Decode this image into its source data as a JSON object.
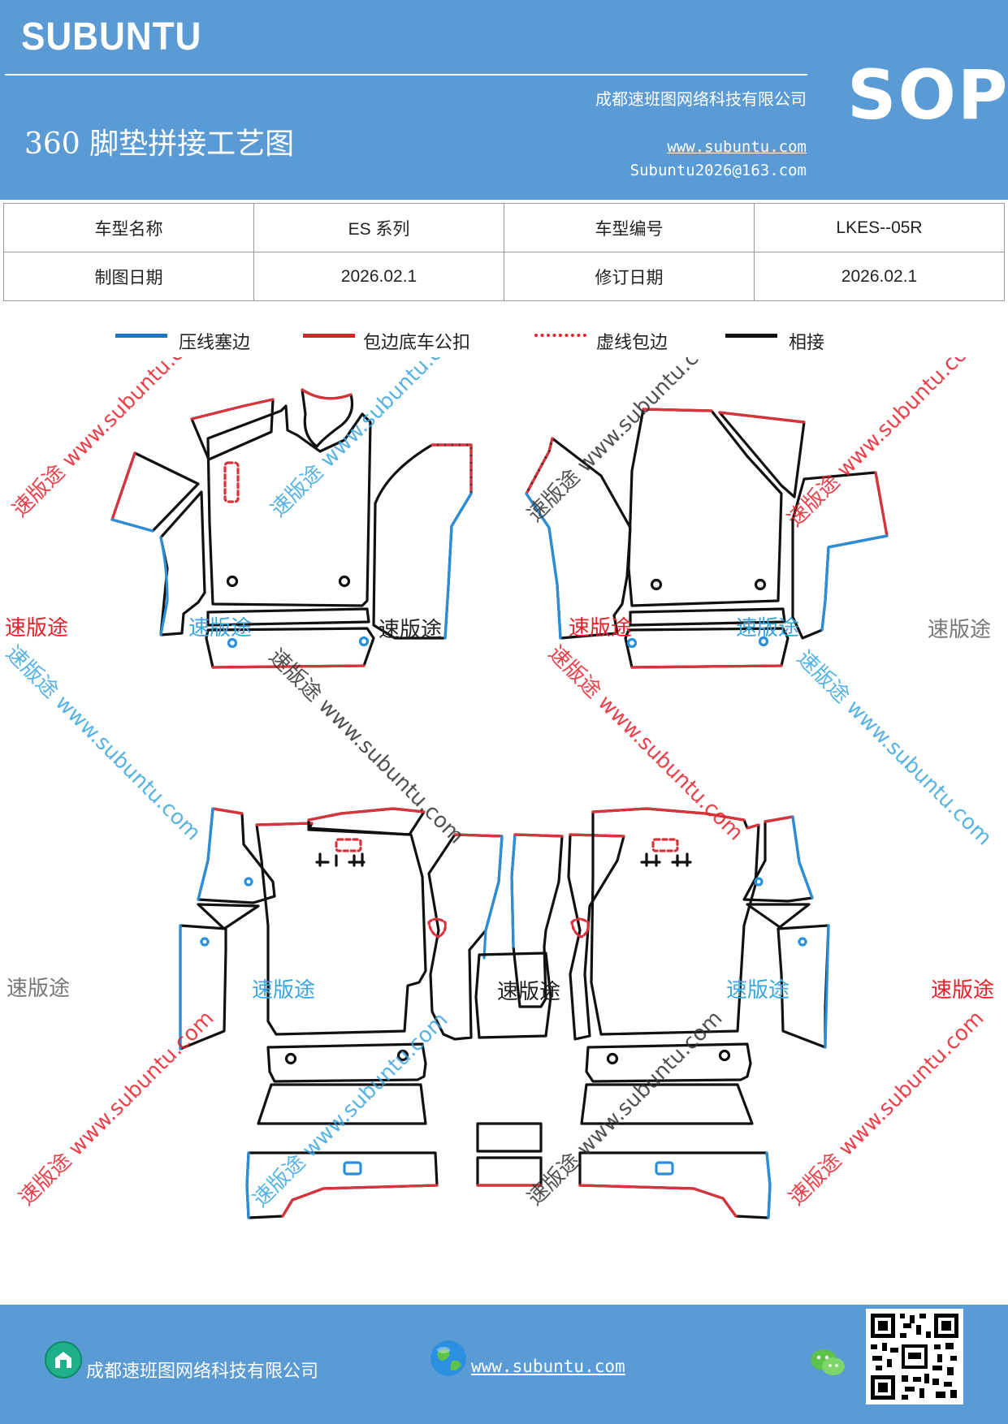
{
  "header": {
    "brand": "SUBUNTU",
    "company": "成都速班图网络科技有限公司",
    "title": "360 脚垫拼接工艺图",
    "website": "www.subuntu.com",
    "email": "Subuntu2026@163.com",
    "badge": "SOP"
  },
  "info_table": {
    "model_name_label": "车型名称",
    "model_name_value": "ES 系列",
    "model_code_label": "车型编号",
    "model_code_value": "LKES--05R",
    "draw_date_label": "制图日期",
    "draw_date_value": "2026.02.1",
    "revise_date_label": "修订日期",
    "revise_date_value": "2026.02.1"
  },
  "legend": [
    {
      "label": "压线塞边",
      "color": "#1a78c8",
      "style": "solid"
    },
    {
      "label": "包边底车公扣",
      "color": "#e8202a",
      "style": "solid"
    },
    {
      "label": "虚线包边",
      "color": "#e8202a",
      "style": "dotted"
    },
    {
      "label": "相接",
      "color": "#111111",
      "style": "solid"
    }
  ],
  "colors": {
    "header_bg": "#5b9bd5",
    "blue_edge": "#2a8fd8",
    "red_edge": "#d9333b",
    "black_edge": "#111111",
    "watermark_red": "#e8202a",
    "watermark_blue": "#3aa6e0",
    "watermark_gray": "#777777"
  },
  "watermark": {
    "cn": "速版途",
    "diagonal": "速版途 www.subuntu.com",
    "url": "www.subuntu.com"
  },
  "footer": {
    "company": "成都速班图网络科技有限公司",
    "website": "www.subuntu.com",
    "company_icon": "building-icon",
    "website_icon": "globe-icon",
    "wechat_icon": "wechat-icon"
  }
}
